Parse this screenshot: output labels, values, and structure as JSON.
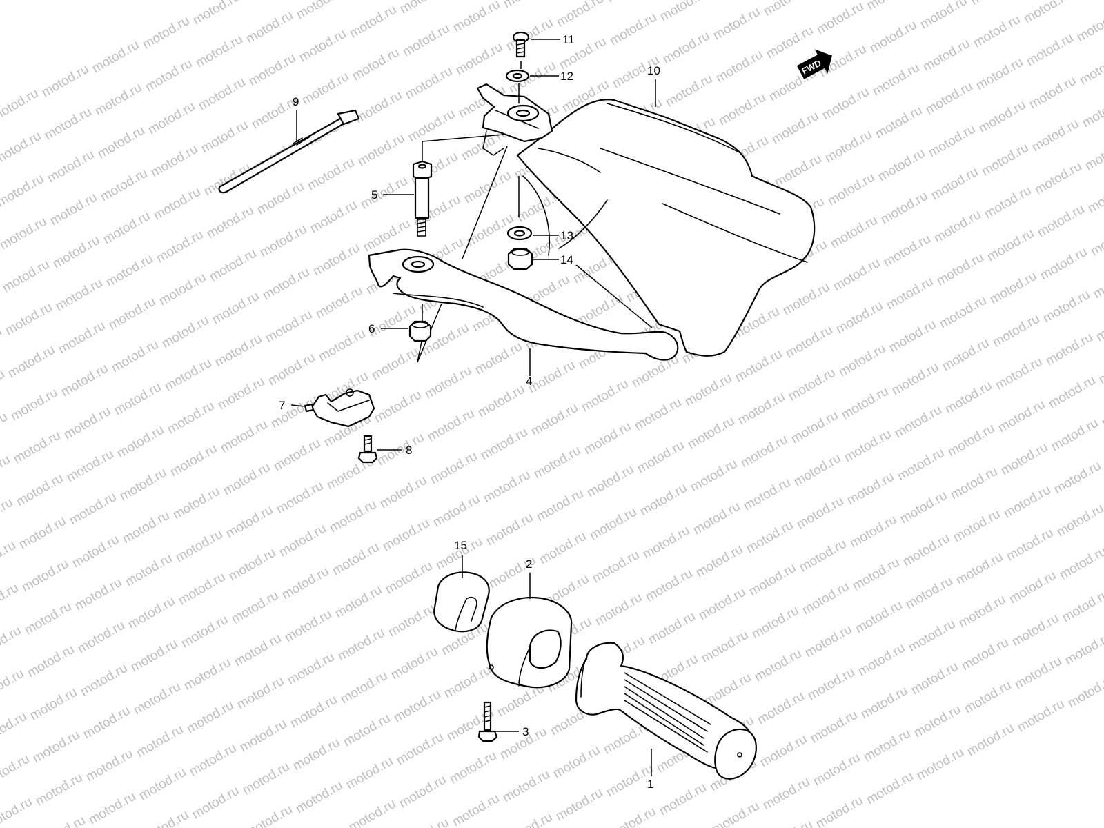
{
  "watermark": "motod.ru",
  "direction_badge": "FWD",
  "callouts": {
    "c1": "1",
    "c2": "2",
    "c3": "3",
    "c4": "4",
    "c5": "5",
    "c6": "6",
    "c7": "7",
    "c8": "8",
    "c9": "9",
    "c10": "10",
    "c11": "11",
    "c12": "12",
    "c13": "13",
    "c14": "14",
    "c15": "15"
  },
  "colors": {
    "line": "#000000",
    "watermark": "#bdbdbd",
    "background": "#ffffff"
  }
}
